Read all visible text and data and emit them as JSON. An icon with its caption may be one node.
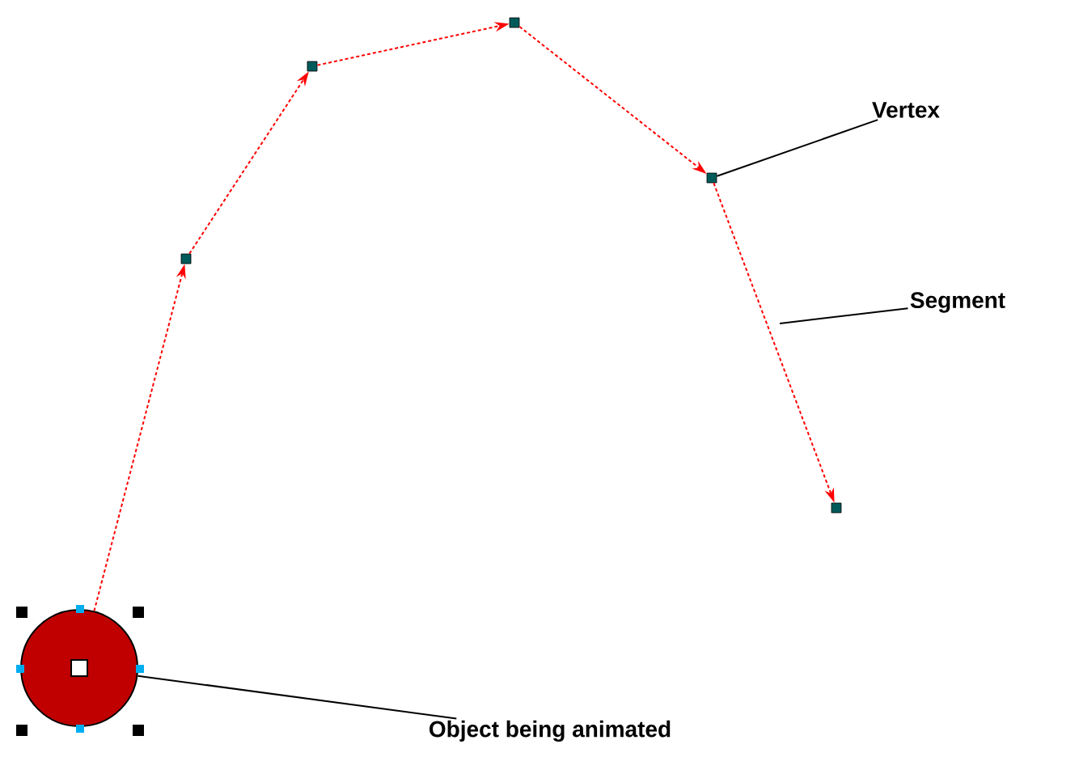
{
  "diagram": {
    "nodes": [
      {
        "text": [],
        "shape": "circle"
      },
      {
        "text": [],
        "shape": "box"
      },
      {
        "text": [],
        "shape": "box"
      },
      {
        "text": [],
        "shape": "box"
      },
      {
        "text": [],
        "shape": "box"
      },
      {
        "text": [],
        "shape": "box"
      },
      {
        "text": [
          "Vertex"
        ]
      },
      {
        "text": [
          "Segment"
        ]
      },
      {
        "text": [
          "Object being animated"
        ]
      }
    ],
    "edges": [
      {
        "from": 0,
        "to": 1,
        "arrow": "to",
        "style": "dashed",
        "color": "#ff0000"
      },
      {
        "from": 1,
        "to": 2,
        "arrow": "to",
        "style": "dashed",
        "color": "#ff0000"
      },
      {
        "from": 2,
        "to": 3,
        "arrow": "to",
        "style": "dashed",
        "color": "#ff0000"
      },
      {
        "from": 3,
        "to": 4,
        "arrow": "to",
        "style": "dashed",
        "color": "#ff0000"
      },
      {
        "from": 4,
        "to": 5,
        "arrow": "to",
        "style": "dashed",
        "color": "#ff0000"
      },
      {
        "from": 6,
        "to": 4,
        "arrow": "none",
        "color": "#000000"
      },
      {
        "from": 7,
        "to": null,
        "arrow": "none",
        "color": "#000000"
      },
      {
        "from": 8,
        "to": 0,
        "arrow": "none",
        "color": "#000000"
      }
    ]
  }
}
